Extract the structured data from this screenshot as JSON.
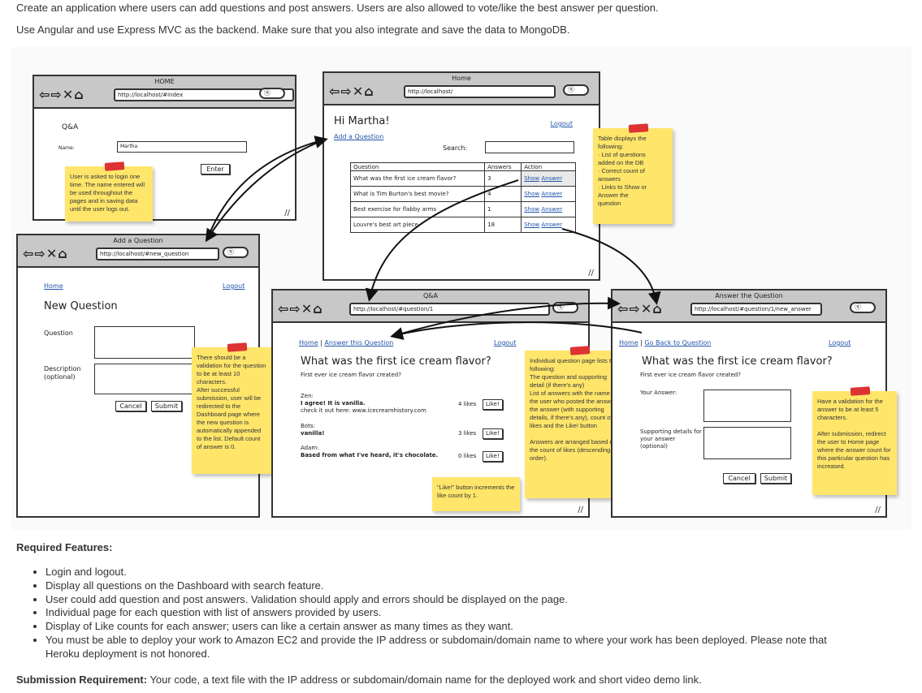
{
  "intro": {
    "line1": "Create an application where users can add questions and post answers. Users are also allowed to vote/like the best answer per question.",
    "line2": "Use Angular and use Express MVC as the backend. Make sure that you also integrate and save the data to MongoDB."
  },
  "wireframes": {
    "login": {
      "title": "HOME",
      "url": "http://localhost/#index",
      "heading": "Q&A",
      "name_label": "Name:",
      "name_value": "Martha",
      "enter_btn": "Enter",
      "note": "User is asked to login one time. The name entered will be used throughout the pages and in saving data until the user logs out."
    },
    "dashboard": {
      "title": "Home",
      "url": "http://localhost/",
      "greeting": "Hi Martha!",
      "add_link": "Add a Question",
      "logout": "Logout",
      "search_label": "Search:",
      "table_headers": [
        "Question",
        "Answers",
        "Action"
      ],
      "rows": [
        {
          "question": "What was the first ice cream flavor?",
          "answers": "3"
        },
        {
          "question": "What is Tim Burton's best movie?",
          "answers": "4"
        },
        {
          "question": "Best exercise for flabby arms",
          "answers": "1"
        },
        {
          "question": "Louvre's best art piece",
          "answers": "18"
        }
      ],
      "show": "Show",
      "answer": "Answer",
      "note": "Table displays the following:\n   · List of questions\n     added on the DB\n   · Correct count of\n     answers\n   · Links to Show or\n     Answer the\n     question"
    },
    "new_question": {
      "title": "Add a Question",
      "url": "http://localhost/#new_question",
      "home": "Home",
      "logout": "Logout",
      "heading": "New Question",
      "question_label": "Question",
      "desc_label": "Description (optional)",
      "cancel": "Cancel",
      "submit": "Submit",
      "note1": "There should be a validation for the question to be at least 10 characters.",
      "note2": "After successful submission, user will be redirected to the Dashboard page where the new question is automatically appended to the list. Default count of answer is 0."
    },
    "question_page": {
      "title": "Q&A",
      "url": "http://localhost/#question/1",
      "home": "Home",
      "answer_link": "Answer this Question",
      "logout": "Logout",
      "heading": "What was the first ice cream flavor?",
      "sub": "First ever ice cream flavor created?",
      "answers": [
        {
          "user": "Zen:",
          "text": "I agree! It is vanilla.",
          "extra": "check it out here: www.icecreamhistory.com",
          "likes": "4 likes"
        },
        {
          "user": "Bots:",
          "text": "vanilla!",
          "extra": "",
          "likes": "3 likes"
        },
        {
          "user": "Adam:",
          "text": "Based from what I've heard, it's chocolate.",
          "extra": "",
          "likes": "0 likes"
        }
      ],
      "like_btn": "Like!",
      "note1": "Individual question page lists the following:\nThe question and supporting detail (if there's any)\nList of answers with the name of the user who posted the answer, the answer (with supporting details, if there's any), count of likes and the Like! button\n\nAnswers are arranged based on the count of likes (descending order).",
      "note2": "\"Like!\" button increments the like count by 1."
    },
    "answer_page": {
      "title": "Answer the Question",
      "url": "http://localhost/#question/1/new_answer",
      "home": "Home",
      "back": "Go Back to Question",
      "logout": "Logout",
      "heading": "What was the first ice cream flavor?",
      "sub": "First ever ice cream flavor created?",
      "your_answer": "Your Answer:",
      "supporting": "Supporting details for your answer (optional)",
      "cancel": "Cancel",
      "submit": "Submit",
      "note": "Have a validation for the answer to be at least 5 characters.\n\nAfter submission, redirect the user to Home page where the answer count for this particular question has increased."
    }
  },
  "required": {
    "title": "Required Features:",
    "items": [
      "Login and logout.",
      "Display all questions on the Dashboard with search feature.",
      "User could add question and post answers. Validation should apply and errors should be displayed on the page.",
      "Individual page for each question with list of answers provided by users.",
      "Display of Like counts for each answer; users can like a certain answer as many times as they want.",
      "You must be able to deploy your work to Amazon EC2 and provide the IP address or subdomain/domain name to where your work has been deployed. Please note that",
      "Heroku deployment is not honored."
    ]
  },
  "submission": {
    "label": "Submission Requirement:",
    "text": " Your code, a text file with the IP address or subdomain/domain name for the deployed work and short video demo link."
  }
}
